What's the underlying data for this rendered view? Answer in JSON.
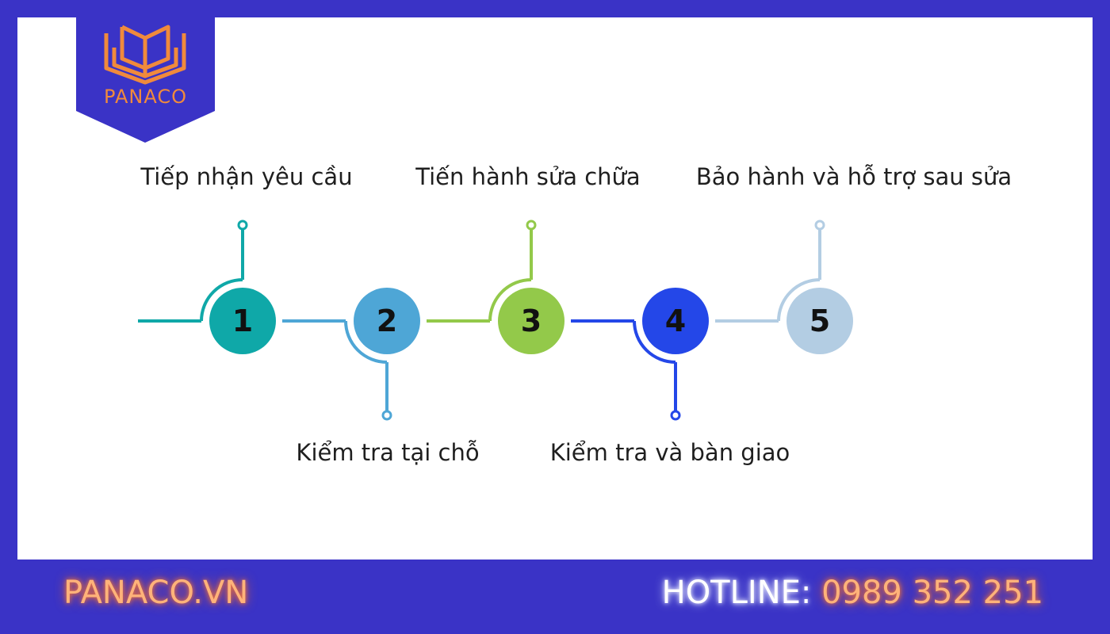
{
  "brand": {
    "logo_text": "PANACO",
    "logo_color": "#f08a3c",
    "badge_color": "#3a33c6"
  },
  "steps": [
    {
      "number": "1",
      "label": "Tiếp nhận yêu cầu",
      "color": "#0fa8a8",
      "label_position": "top"
    },
    {
      "number": "2",
      "label": "Kiểm tra tại chỗ",
      "color": "#4ea6d6",
      "label_position": "bottom"
    },
    {
      "number": "3",
      "label": "Tiến hành sửa chữa",
      "color": "#93c94a",
      "label_position": "top"
    },
    {
      "number": "4",
      "label": "Kiểm tra và bàn giao",
      "color": "#2447e8",
      "label_position": "bottom"
    },
    {
      "number": "5",
      "label": "Bảo hành và hỗ trợ sau sửa",
      "color": "#b3cde3",
      "label_position": "top"
    }
  ],
  "footer": {
    "website": "PANACO.VN",
    "hotline_label": "HOTLINE:",
    "hotline_number": "0989 352 251"
  }
}
